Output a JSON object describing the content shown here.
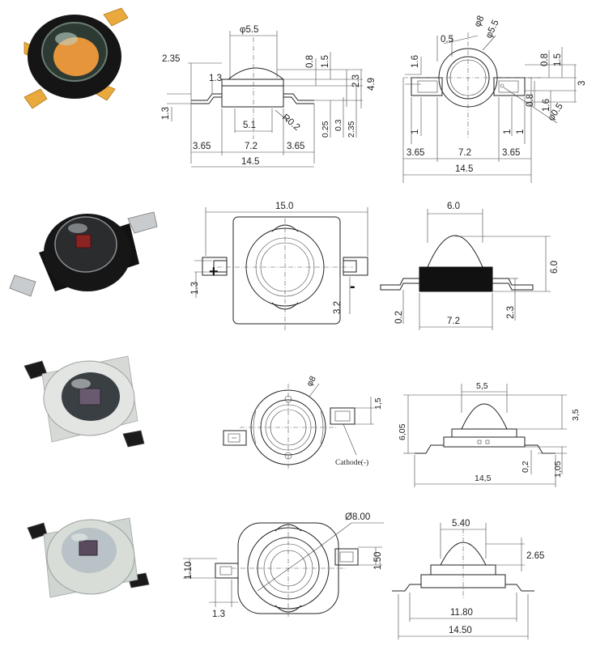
{
  "colors": {
    "line": "#333333",
    "background": "#ffffff",
    "lens_amber": "#e7953a",
    "body_black": "#111111",
    "lead_gold": "#e9a93c",
    "body_white": "#d8ddd8"
  },
  "rows": [
    {
      "photo": "black-body-amber-led-photo",
      "side_view": [
        "φ5.5",
        "2.35",
        "0.8",
        "1.5",
        "1.3",
        "2.3",
        "4.9",
        "1.3",
        "5.1",
        "R0.2",
        "0.25",
        "0.3",
        "2.35",
        "3.65",
        "7.2",
        "3.65",
        "14.5"
      ],
      "top_view": [
        "φ8",
        "φ5.5",
        "0.5",
        "1.6",
        "0.8",
        "1.5",
        "3",
        "0.8",
        "1.6",
        "φ0.5",
        "1",
        "1",
        "1",
        "3.65",
        "7.2",
        "3.65",
        "14.5"
      ]
    },
    {
      "photo": "black-body-red-chip-led-photo",
      "top_view": [
        "15.0",
        "+",
        "-",
        "1.3",
        "3.2"
      ],
      "side_view": [
        "6.0",
        "6.0",
        "0.2",
        "7.2",
        "2.3"
      ]
    },
    {
      "photo": "white-body-led-photo",
      "top_view": [
        "φ8",
        "1,5",
        "Cathode(-)"
      ],
      "side_view": [
        "5,5",
        "3,5",
        "6,05",
        "0,2",
        "1,05",
        "14,5"
      ]
    },
    {
      "photo": "white-body-star-led-photo",
      "top_view": [
        "Ø8.00",
        "1.10",
        "1.50",
        "1.3"
      ],
      "side_view": [
        "5.40",
        "2.65",
        "11.80",
        "14.50"
      ]
    }
  ]
}
